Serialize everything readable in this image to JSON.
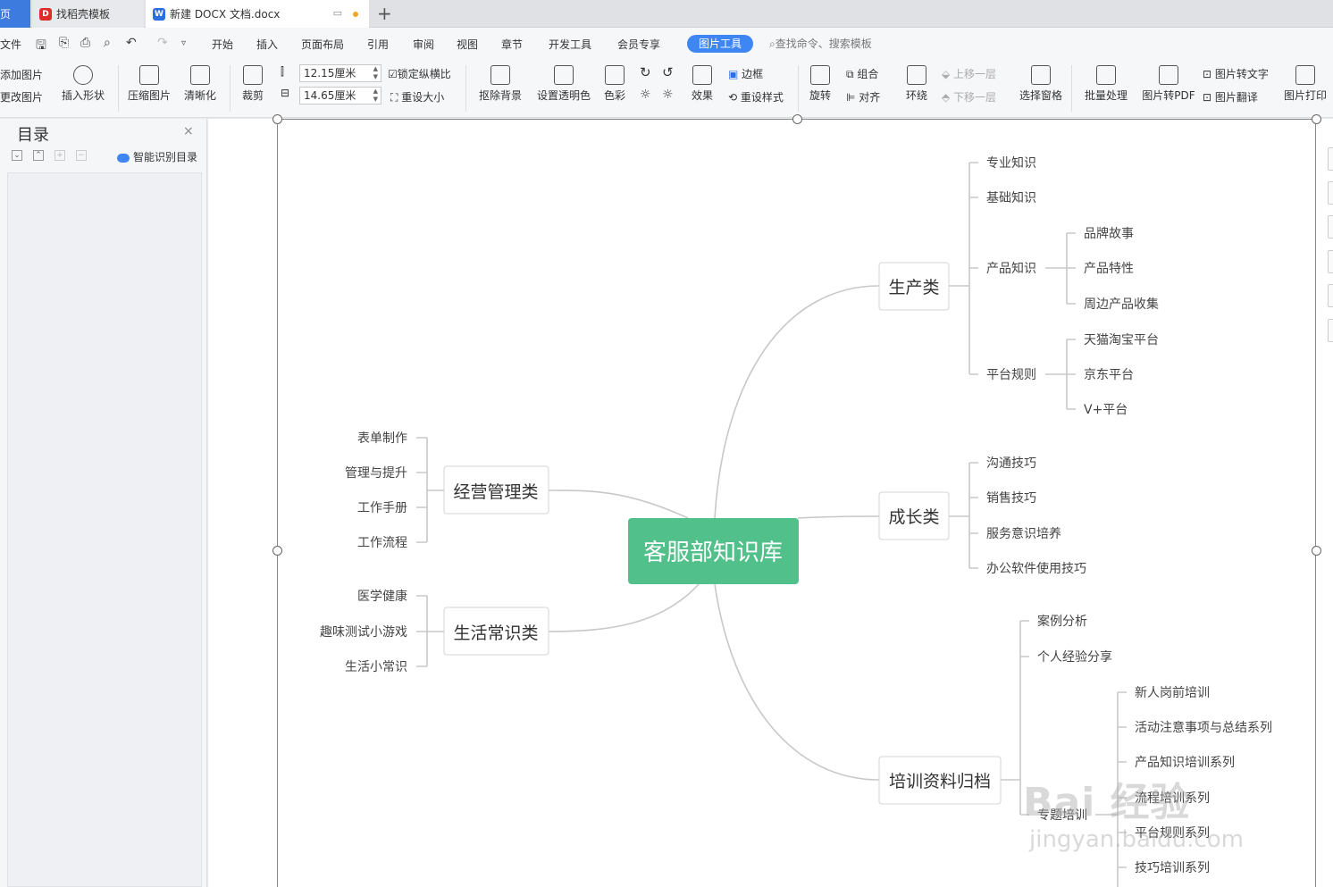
{
  "tabs": {
    "home": "页",
    "tab1": "找稻壳模板",
    "tab2": "新建 DOCX 文档.docx",
    "new_tab": "+"
  },
  "menu": {
    "file": "文件",
    "items": [
      "开始",
      "插入",
      "页面布局",
      "引用",
      "审阅",
      "视图",
      "章节",
      "开发工具",
      "会员专享"
    ],
    "active": "图片工具",
    "search_placeholder": "查找命令、搜索模板"
  },
  "toolbar": {
    "add_image": "添加图片",
    "change_image": "更改图片",
    "insert_shape": "插入形状",
    "compress": "压缩图片",
    "sharpen": "清晰化",
    "crop": "裁剪",
    "width": "12.15厘米",
    "height": "14.65厘米",
    "lock_ratio": "锁定纵横比",
    "reset_size": "重设大小",
    "remove_bg": "抠除背景",
    "set_transparent": "设置透明色",
    "color": "色彩",
    "effects": "效果",
    "border": "边框",
    "reset_style": "重设样式",
    "rotate": "旋转",
    "group": "组合",
    "align": "对齐",
    "wrap": "环绕",
    "bring_forward": "上移一层",
    "send_backward": "下移一层",
    "selection_pane": "选择窗格",
    "batch": "批量处理",
    "to_pdf": "图片转PDF",
    "to_text": "图片转文字",
    "translate": "图片翻译",
    "print": "图片打印"
  },
  "sidebar": {
    "title": "目录",
    "close": "×",
    "smart": "智能识别目录"
  },
  "mindmap": {
    "center": "客服部知识库",
    "left": [
      {
        "label": "经营管理类",
        "children": [
          "表单制作",
          "管理与提升",
          "工作手册",
          "工作流程"
        ]
      },
      {
        "label": "生活常识类",
        "children": [
          "医学健康",
          "趣味测试小游戏",
          "生活小常识"
        ]
      }
    ],
    "right": [
      {
        "label": "生产类",
        "children": [
          {
            "label": "专业知识"
          },
          {
            "label": "基础知识"
          },
          {
            "label": "产品知识",
            "children": [
              "品牌故事",
              "产品特性",
              "周边产品收集"
            ]
          },
          {
            "label": "平台规则",
            "children": [
              "天猫淘宝平台",
              "京东平台",
              "V+平台"
            ]
          }
        ]
      },
      {
        "label": "成长类",
        "children": [
          "沟通技巧",
          "销售技巧",
          "服务意识培养",
          "办公软件使用技巧"
        ]
      },
      {
        "label": "培训资料归档",
        "children": [
          {
            "label": "案例分析"
          },
          {
            "label": "个人经验分享"
          },
          {
            "label": "专题培训",
            "children": [
              "新人岗前培训",
              "活动注意事项与总结系列",
              "产品知识培训系列",
              "流程培训系列",
              "平台规则系列",
              "技巧培训系列"
            ]
          }
        ]
      }
    ]
  },
  "watermark": {
    "main": "Bai 经验",
    "sub": "jingyan.baidu.com"
  },
  "colors": {
    "accent": "#3f86f5",
    "center_node": "#52c08a",
    "connector": "#c8c8c8"
  }
}
